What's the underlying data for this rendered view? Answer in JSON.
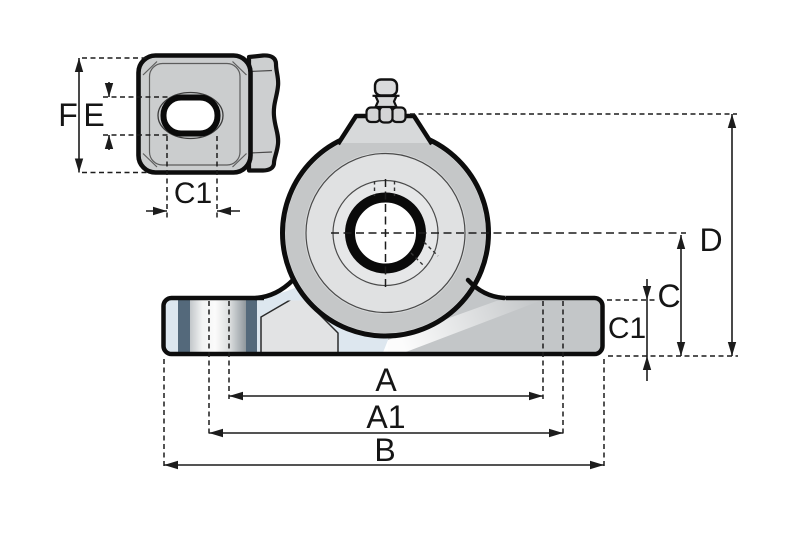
{
  "drawing": {
    "kind": "technical dimension drawing",
    "views": [
      {
        "name": "side view",
        "dimension_labels": [
          "F",
          "E",
          "C1"
        ]
      },
      {
        "name": "front view",
        "dimension_labels": [
          "D",
          "C",
          "C1",
          "A",
          "A1",
          "B"
        ]
      }
    ]
  },
  "labels": {
    "F": "F",
    "E": "E",
    "C1_side": "C1",
    "A": "A",
    "A1": "A1",
    "B": "B",
    "C": "C",
    "C1_front": "C1",
    "D": "D"
  },
  "colors": {
    "line": "#1a1a1a",
    "outline": "#0d0d0d",
    "housing_fill": "#d7d9da",
    "housing_band": "#c5c7c8",
    "housing_face": "#e0e1e2",
    "inner_face": "#e6e7e8",
    "bore_ring": "#0a0a0a",
    "base_left_fill": "#dde7ef",
    "base_right_fill": "#c3c6c8",
    "slot_band_slate": "#54697b",
    "recess_fill": "#e2e3e4",
    "background": "#ffffff"
  }
}
